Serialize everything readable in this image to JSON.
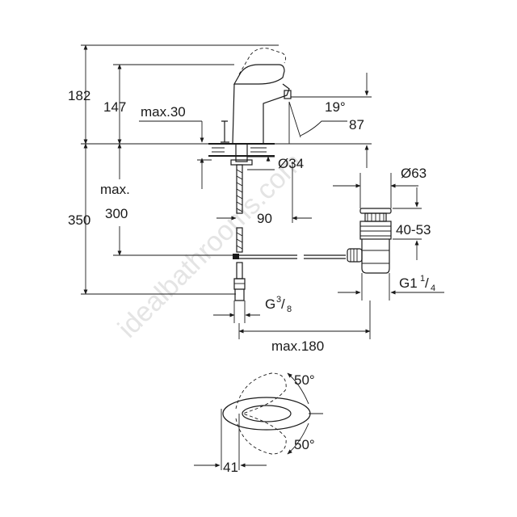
{
  "watermark": "idealbathrooms.com",
  "dimensions": {
    "d182": "182",
    "d147": "147",
    "max30": "max.30",
    "angle19": "19°",
    "d87": "87",
    "dia34": "Ø34",
    "max_label": "max.",
    "d350": "350",
    "d300": "300",
    "d90": "90",
    "dia63": "Ø63",
    "d40_53": "40-53",
    "g1_main": "G1",
    "g1_num": "1",
    "g1_den": "4",
    "g38_main": "G",
    "g38_num": "3",
    "g38_den": "8",
    "max180": "max.180",
    "angle50_top": "50°",
    "angle50_bottom": "50°",
    "d41": "41"
  }
}
